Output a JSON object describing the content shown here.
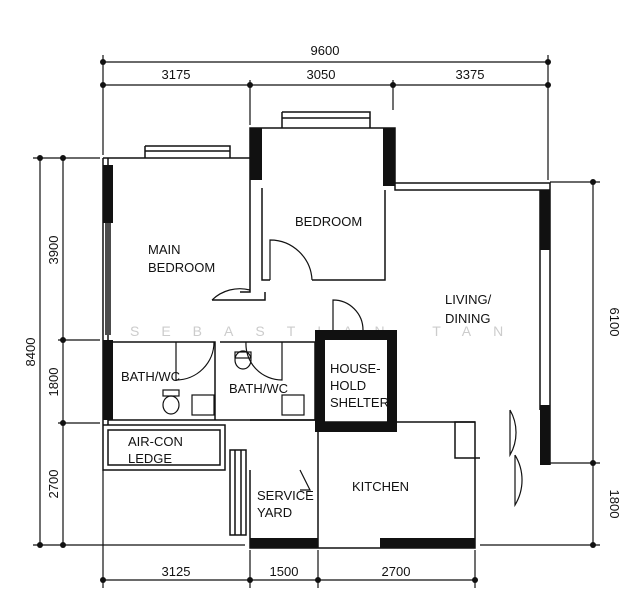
{
  "dimensions": {
    "top_total": "9600",
    "top_segments": [
      "3175",
      "3050",
      "3375"
    ],
    "bottom_segments": [
      "3125",
      "1500",
      "2700"
    ],
    "left_total": "8400",
    "left_segments": [
      "3900",
      "1800",
      "2700"
    ],
    "right_segments": [
      "6100",
      "1800"
    ]
  },
  "rooms": {
    "main_bedroom": [
      "MAIN",
      "BEDROOM"
    ],
    "bedroom": "BEDROOM",
    "living_dining": [
      "LIVING/",
      "DINING"
    ],
    "bath_wc_1": "BATH/WC",
    "bath_wc_2": "BATH/WC",
    "household_shelter": [
      "HOUSE-",
      "HOLD",
      "SHELTER"
    ],
    "air_con_ledge": [
      "AIR-CON",
      "LEDGE"
    ],
    "service_yard": [
      "SERVICE",
      "YARD"
    ],
    "kitchen": "KITCHEN"
  },
  "watermark": "SEBASTIAN TAN"
}
